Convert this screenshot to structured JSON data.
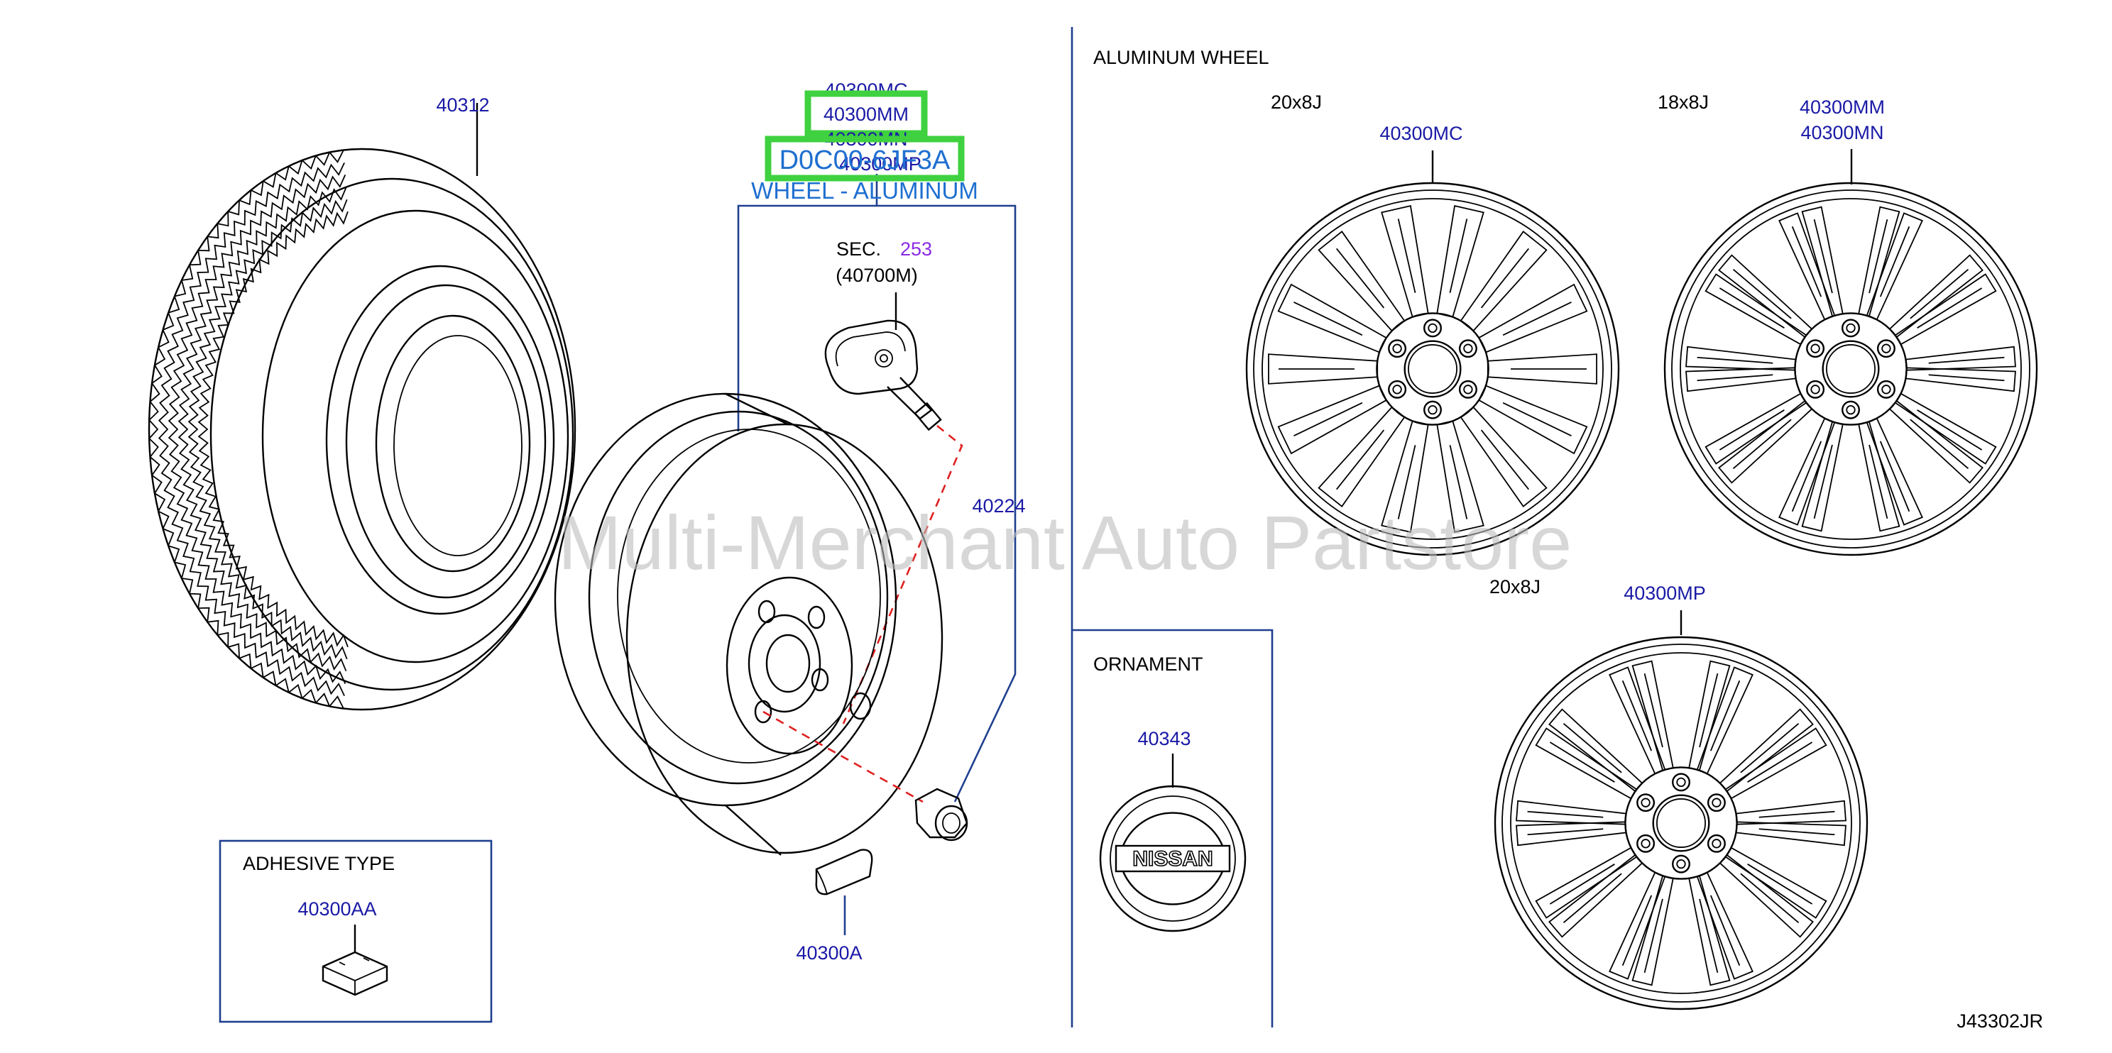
{
  "diagram_code": "J43302JR",
  "watermark": "Multi-Merchant Auto Partstore",
  "colors": {
    "part_number": "#1a1aa6",
    "section_link": "#8a2be2",
    "highlight": "#3fd13f",
    "selection_text": "#1e6fd0",
    "leader": "#1f3f8f",
    "dashed_path": "#e02020"
  },
  "left": {
    "tire_part": "40312",
    "wheel_group": {
      "parts": [
        "40300MC",
        "40300MM",
        "40300MN",
        "40300MP"
      ],
      "highlighted_part": "40300MM",
      "selected_code": "D0C00-6JF3A",
      "selected_name": "WHEEL - ALUMINUM"
    },
    "sensor": {
      "sec_label": "SEC.",
      "sec_number": "253",
      "sec_part": "(40700M)"
    },
    "nut_part": "40224",
    "weight_part": "40300A",
    "adhesive": {
      "title": "ADHESIVE   TYPE",
      "part": "40300AA"
    }
  },
  "right": {
    "title": "ALUMINUM   WHEEL",
    "wheels": [
      {
        "size": "20x8J",
        "parts": [
          "40300MC"
        ]
      },
      {
        "size": "18x8J",
        "parts": [
          "40300MM",
          "40300MN"
        ]
      },
      {
        "size": "20x8J",
        "parts": [
          "40300MP"
        ]
      }
    ],
    "ornament": {
      "title": "ORNAMENT",
      "part": "40343",
      "logo_text": "NISSAN"
    }
  }
}
